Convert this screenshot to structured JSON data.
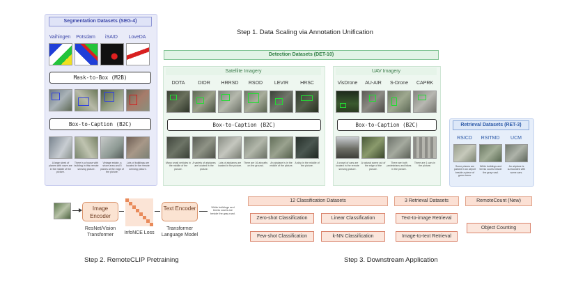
{
  "step1": "Step 1. Data Scaling via Annotation Unification",
  "step2": "Step 2. RemoteCLIP Pretraining",
  "step3": "Step 3. Downstream Application",
  "seg": {
    "title": "Segmentation Datasets (SEG-4)",
    "datasets": [
      "Vaihingen",
      "Potsdam",
      "iSAID",
      "LoveDA"
    ],
    "mask_to_box": "Mask-to-Box (M2B)",
    "box_to_caption": "Box-to-Caption (B2C)",
    "captions": [
      "A large sleek of planes with wave are in the middle of the picture.",
      "There is a house with building in this remote sensing picture.",
      "Vintage estate, a shore area and 5 planes at the edge of the picture.",
      "Lots of buildings are located in the remote sensing picture."
    ]
  },
  "det": {
    "title": "Detection Datasets (DET-10)",
    "satellite_title": "Satellite Imagery",
    "uav_title": "UAV Imagery",
    "satellite": [
      "DOTA",
      "DIOR",
      "HRRSD",
      "RSOD",
      "LEVIR",
      "HRSC"
    ],
    "uav": [
      "VisDrone",
      "AU-AIR",
      "S-Drone",
      "CAPRK"
    ],
    "box_to_caption": "Box-to-Caption (B2C)",
    "sat_captions": [
      "Many small vehicles in the middle of the picture.",
      "A variety of airplanes are located in the picture.",
      "Lots of airplanes are located in the picture.",
      "There are 16 aircrafts on the ground.",
      "An airplane is in the middle of the picture.",
      "A ship in the middle of the picture."
    ],
    "uav_captions": [
      "A crowd of cars are located in the remote sensing picture.",
      "A natural scene out of the edge of the picture.",
      "There are both pedestrians and bikes in the picture.",
      "There are 1 cars in the picture."
    ]
  },
  "ret": {
    "title": "Retrieval Datasets (RET-3)",
    "datasets": [
      "RSICD",
      "RSITMD",
      "UCM"
    ],
    "captions": [
      "Some planes are parked in an airport beside a piece of green trees.",
      "White buildings and tennis courts beside the gray road.",
      "An airplane is surrounded with some cars."
    ]
  },
  "pretrain": {
    "image_encoder": "Image Encoder",
    "text_encoder": "Text Encoder",
    "image_model": "ResNet/Vision Transformer",
    "loss": "InfoNCE Loss",
    "text_model": "Transformer Language Model",
    "sample_text": "White buildings and tennis courts are beside the gray road."
  },
  "downstream": {
    "cls_header": "12 Classification Datasets",
    "ret_header": "3 Retrieval Datasets",
    "count_header": "RemoteCount (New)",
    "cls_tasks": [
      "Zero-shot Classification",
      "Linear Classification",
      "Few-shot Classification",
      "k-NN Classification"
    ],
    "ret_tasks": [
      "Text-to-image Retrieval",
      "Image-to-text Retrieval"
    ],
    "count_tasks": [
      "Object Counting"
    ]
  },
  "colors": {
    "seg_accent": "#3b46a8",
    "det_accent": "#2e7d43",
    "ret_accent": "#2d5aa8",
    "downstream_accent": "#d9826a"
  }
}
